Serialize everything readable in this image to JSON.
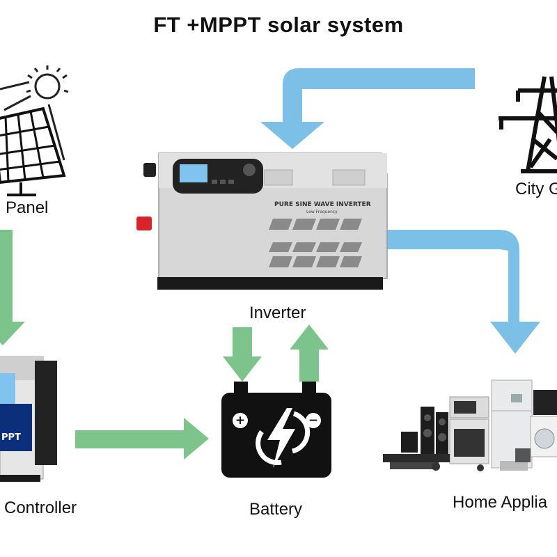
{
  "title": "FT +MPPT solar system",
  "nodes": {
    "solar_panel": {
      "label": "Panel"
    },
    "city_grid": {
      "label": "City G"
    },
    "inverter": {
      "label": "Inverter",
      "panel_text": "PURE SINE WAVE INVERTER",
      "panel_subtext": "Low Frequency"
    },
    "controller": {
      "label": "Controller",
      "badge": "PPT"
    },
    "battery": {
      "label": "Battery",
      "plus": "+",
      "minus": "−"
    },
    "appliances": {
      "label": "Home Applia"
    }
  },
  "colors": {
    "green_arrow": "#7cc48c",
    "blue_arrow": "#7cc0e8",
    "inverter_body": "#d7d7d7",
    "battery": "#111111"
  },
  "icons": {
    "sun": "sun-icon",
    "solar_panel": "solar-panel-icon",
    "pylon": "power-pylon-icon",
    "battery": "battery-bolt-icon",
    "appliances": "home-appliances-icon"
  }
}
